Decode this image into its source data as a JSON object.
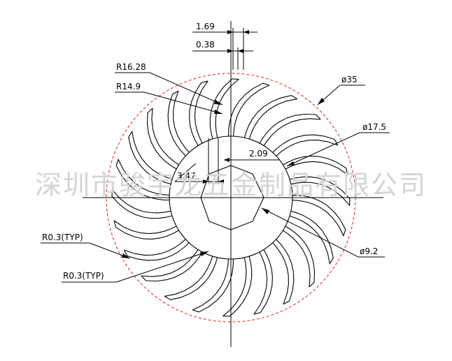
{
  "watermark": "深圳市骏宇龙五金制品有限公司",
  "dimensions": {
    "fin_width_outer": "1.69",
    "fin_width_inner": "0.38",
    "outer_radius": "R16.28",
    "inner_radius": "R14.9",
    "outer_diameter": "ø35",
    "core_diameter": "ø17.5",
    "fin_root_gap": "2.09",
    "fin_root_width": "3.47",
    "bore_diameter": "ø9.2",
    "fillet_radius_1": "R0.3(TYP)",
    "fillet_radius_2": "R0.3(TYP)"
  },
  "colors": {
    "outline": "#000000",
    "envelope": "#e02020",
    "watermark": "#d4d4d4"
  }
}
